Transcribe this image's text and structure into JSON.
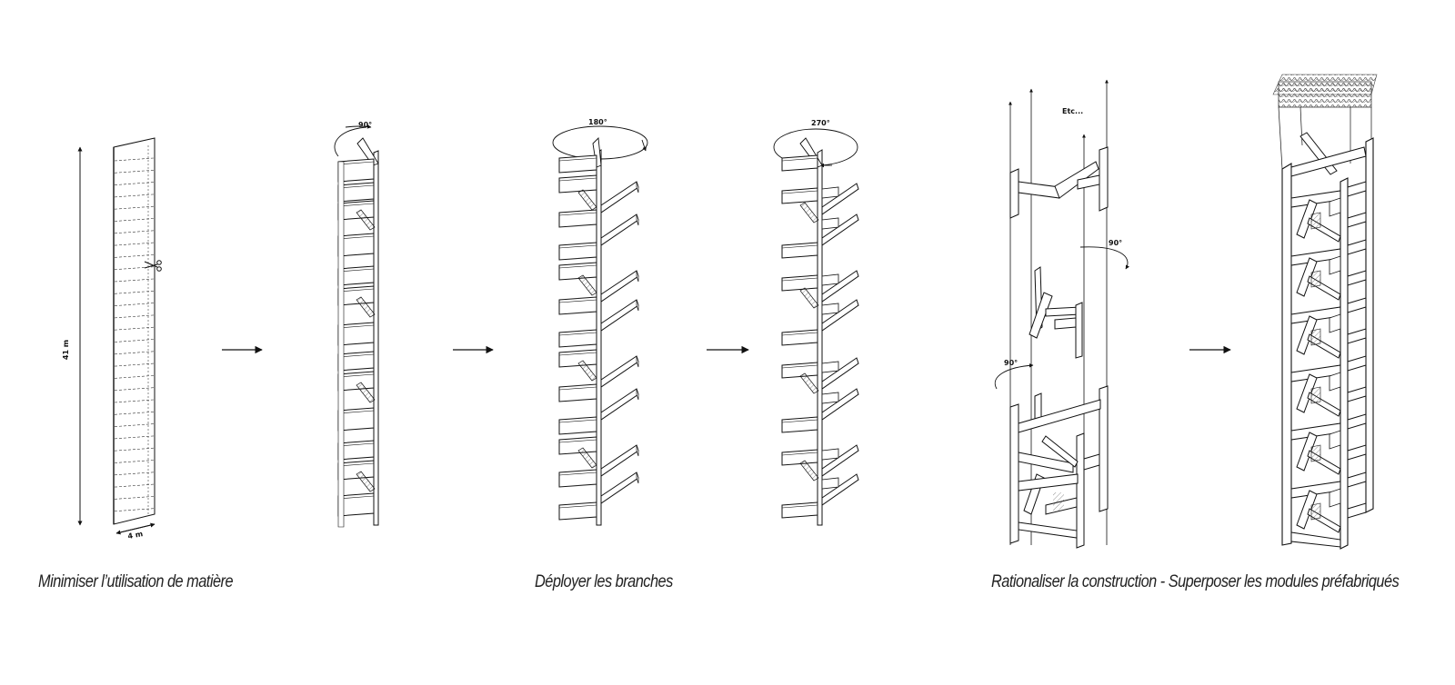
{
  "dimensions": {
    "height": "41 m",
    "width": "4 m"
  },
  "rotations": {
    "step2": "90°",
    "step3": "180°",
    "step4": "270°",
    "step5_top": "90°",
    "step5_bottom": "90°"
  },
  "etc_label": "Etc...",
  "captions": {
    "minimize": "Minimiser l’utilisation de matière",
    "deploy": "Déployer les branches",
    "rationalize": "Rationaliser la construction - Superposer les modules préfabriqués"
  }
}
